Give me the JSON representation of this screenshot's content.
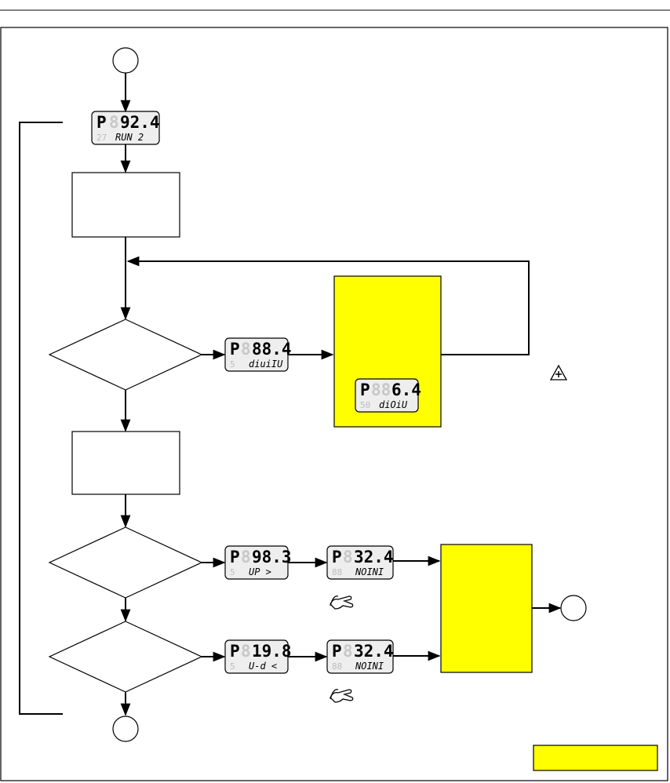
{
  "colors": {
    "highlight": "#ffff00",
    "line": "#000000",
    "lcd_bg": "#eeeeee",
    "ghost_digit": "#c8c8c8"
  },
  "icons": {
    "alarm": "warning-plus-icon",
    "manual": "hand-icon"
  },
  "displays": {
    "d1": {
      "prefix": "P",
      "value": "92.4",
      "bottom_code": "27",
      "bottom_text": "RUN 2"
    },
    "d2": {
      "prefix": "P",
      "value": "88.4",
      "bottom_code": "5",
      "bottom_text": "diuiIU"
    },
    "d3": {
      "prefix": "P",
      "value": "6.4",
      "bottom_code": "50",
      "bottom_text": "diOiU"
    },
    "d4": {
      "prefix": "P",
      "value": "98.3",
      "bottom_code": "5",
      "bottom_text": "UP >"
    },
    "d5": {
      "prefix": "P",
      "value": "32.4",
      "bottom_code": "88",
      "bottom_text": "NOINI"
    },
    "d6": {
      "prefix": "P",
      "value": "19.8",
      "bottom_code": "5",
      "bottom_text": "U-d <"
    },
    "d7": {
      "prefix": "P",
      "value": "32.4",
      "bottom_code": "88",
      "bottom_text": "NOINI"
    }
  }
}
